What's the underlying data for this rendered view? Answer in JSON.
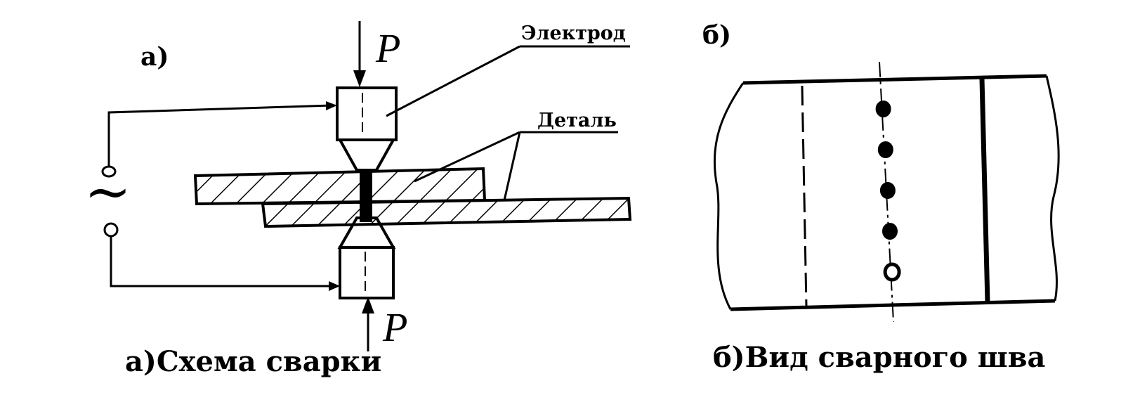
{
  "panel_a": {
    "letter": "а)",
    "caption": "а)Схема сварки",
    "electrode_label": "Электрод",
    "part_label": "Деталь",
    "force_top": "P",
    "force_bottom": "P",
    "ac_symbol": "~"
  },
  "panel_b": {
    "letter": "б)",
    "caption": "б)Вид сварного шва",
    "weld_points": [
      0.0,
      1.0,
      2.0,
      3.0,
      4.0
    ]
  },
  "colors": {
    "ink": "#000000",
    "paper": "#ffffff"
  }
}
